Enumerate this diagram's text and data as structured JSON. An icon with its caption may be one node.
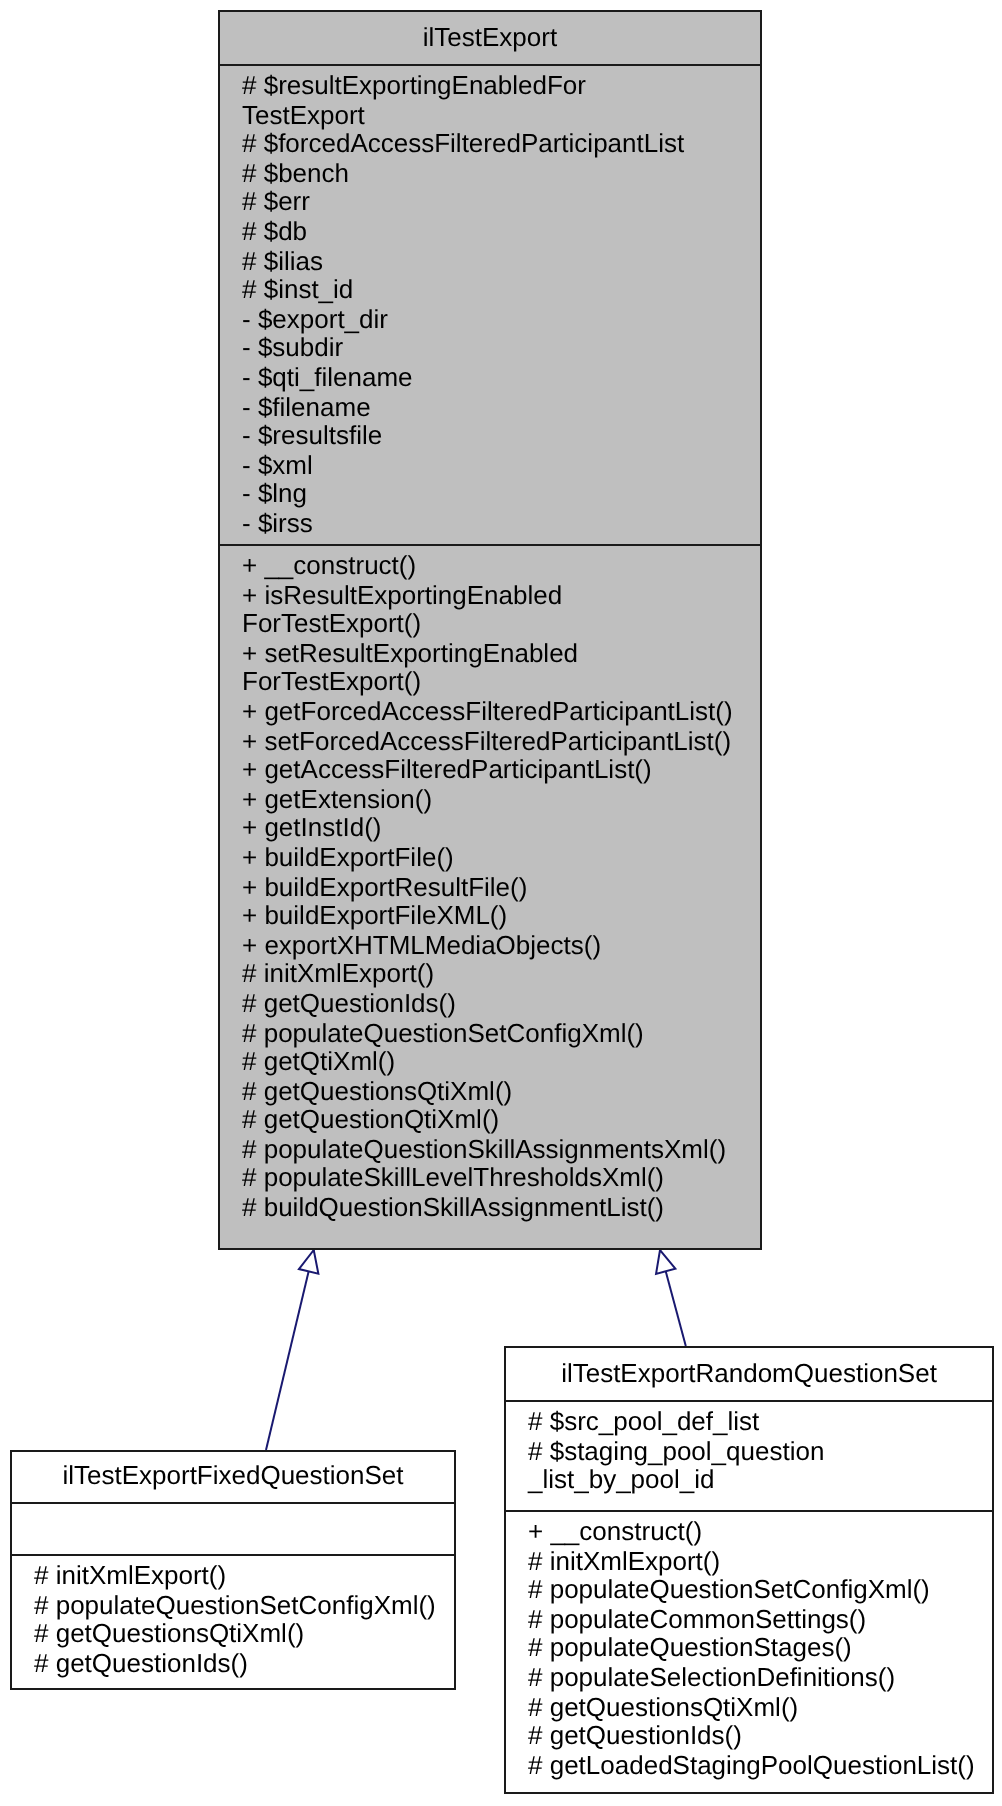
{
  "diagram": {
    "nodes": [
      {
        "text": [
          "ilTestExport"
        ]
      },
      {
        "text": [
          "# $resultExportingEnabledFor TestExport",
          "# $forcedAccessFilteredParticipantList",
          "# $bench",
          "# $err",
          "# $db",
          "# $ilias",
          "# $inst_id",
          "- $export_dir",
          "- $subdir",
          "- $qti_filename",
          "- $filename",
          "- $resultsfile",
          "- $xml",
          "- $lng",
          "- $irss"
        ],
        "in": 0
      },
      {
        "text": [
          "+ __construct()",
          "+ isResultExportingEnabled ForTestExport()",
          "+ setResultExportingEnabled ForTestExport()",
          "+ getForcedAccessFilteredParticipantList()",
          "+ setForcedAccessFilteredParticipantList()",
          "+ getAccessFilteredParticipantList()",
          "+ getExtension()",
          "+ getInstId()",
          "+ buildExportFile()",
          "+ buildExportResultFile()",
          "+ buildExportFileXML()",
          "+ exportXHTMLMediaObjects()",
          "# initXmlExport()",
          "# getQuestionIds()",
          "# populateQuestionSetConfigXml()",
          "# getQtiXml()",
          "# getQuestionsQtiXml()",
          "# getQuestionQtiXml()",
          "# populateQuestionSkillAssignmentsXml()",
          "# populateSkillLevelThresholdsXml()",
          "# buildQuestionSkillAssignmentList()"
        ],
        "in": 0
      },
      {
        "text": [
          "ilTestExportFixedQuestionSet"
        ]
      },
      {
        "text": [],
        "shape": "box",
        "in": 3
      },
      {
        "text": [
          "# initXmlExport()",
          "# populateQuestionSetConfigXml()",
          "# getQuestionsQtiXml()",
          "# getQuestionIds()"
        ],
        "in": 3
      },
      {
        "text": [
          "ilTestExportRandomQuestionSet"
        ]
      },
      {
        "text": [
          "# $src_pool_def_list",
          "# $staging_pool_question _list_by_pool_id"
        ],
        "in": 6
      },
      {
        "text": [
          "+ __construct()",
          "# initXmlExport()",
          "# populateQuestionSetConfigXml()",
          "# populateCommonSettings()",
          "# populateQuestionStages()",
          "# populateSelectionDefinitions()",
          "# getQuestionsQtiXml()",
          "# getQuestionIds()",
          "# getLoadedStagingPoolQuestionList()"
        ],
        "in": 6
      }
    ],
    "edges": [
      {
        "from": 3,
        "to": 0,
        "arrow": "to"
      },
      {
        "from": 6,
        "to": 0,
        "arrow": "to"
      }
    ]
  }
}
